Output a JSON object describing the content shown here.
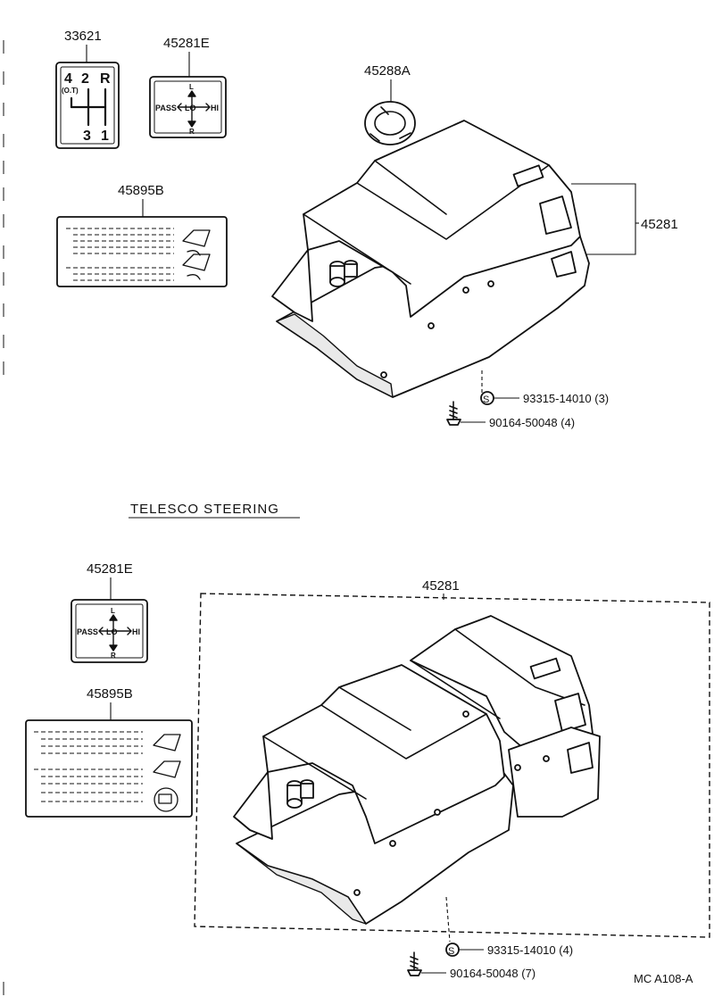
{
  "labels": {
    "top_shift_label": "33621",
    "top_transfer_label": "45281E",
    "top_caution_label": "45895B",
    "top_cap": "45288A",
    "top_cover": "45281",
    "top_screw_a": "93315-14010 (3)",
    "top_screw_b": "90164-50048 (4)",
    "section_title": "TELESCO STEERING",
    "bottom_transfer_label": "45281E",
    "bottom_caution_label": "45895B",
    "bottom_cover": "45281",
    "bottom_screw_a": "93315-14010 (4)",
    "bottom_screw_b": "90164-50048 (7)",
    "drawing_code": "MC A108-A"
  },
  "shift_pattern": {
    "top_left": "4",
    "top_mid": "2",
    "top_right": "R",
    "note": "(O.T)",
    "bottom_left": "3",
    "bottom_right": "1"
  },
  "transfer_pattern": {
    "left": "PASS",
    "center": "LO",
    "right": "HI",
    "top": "L",
    "bottom": "R"
  },
  "screw_symbol": "S"
}
